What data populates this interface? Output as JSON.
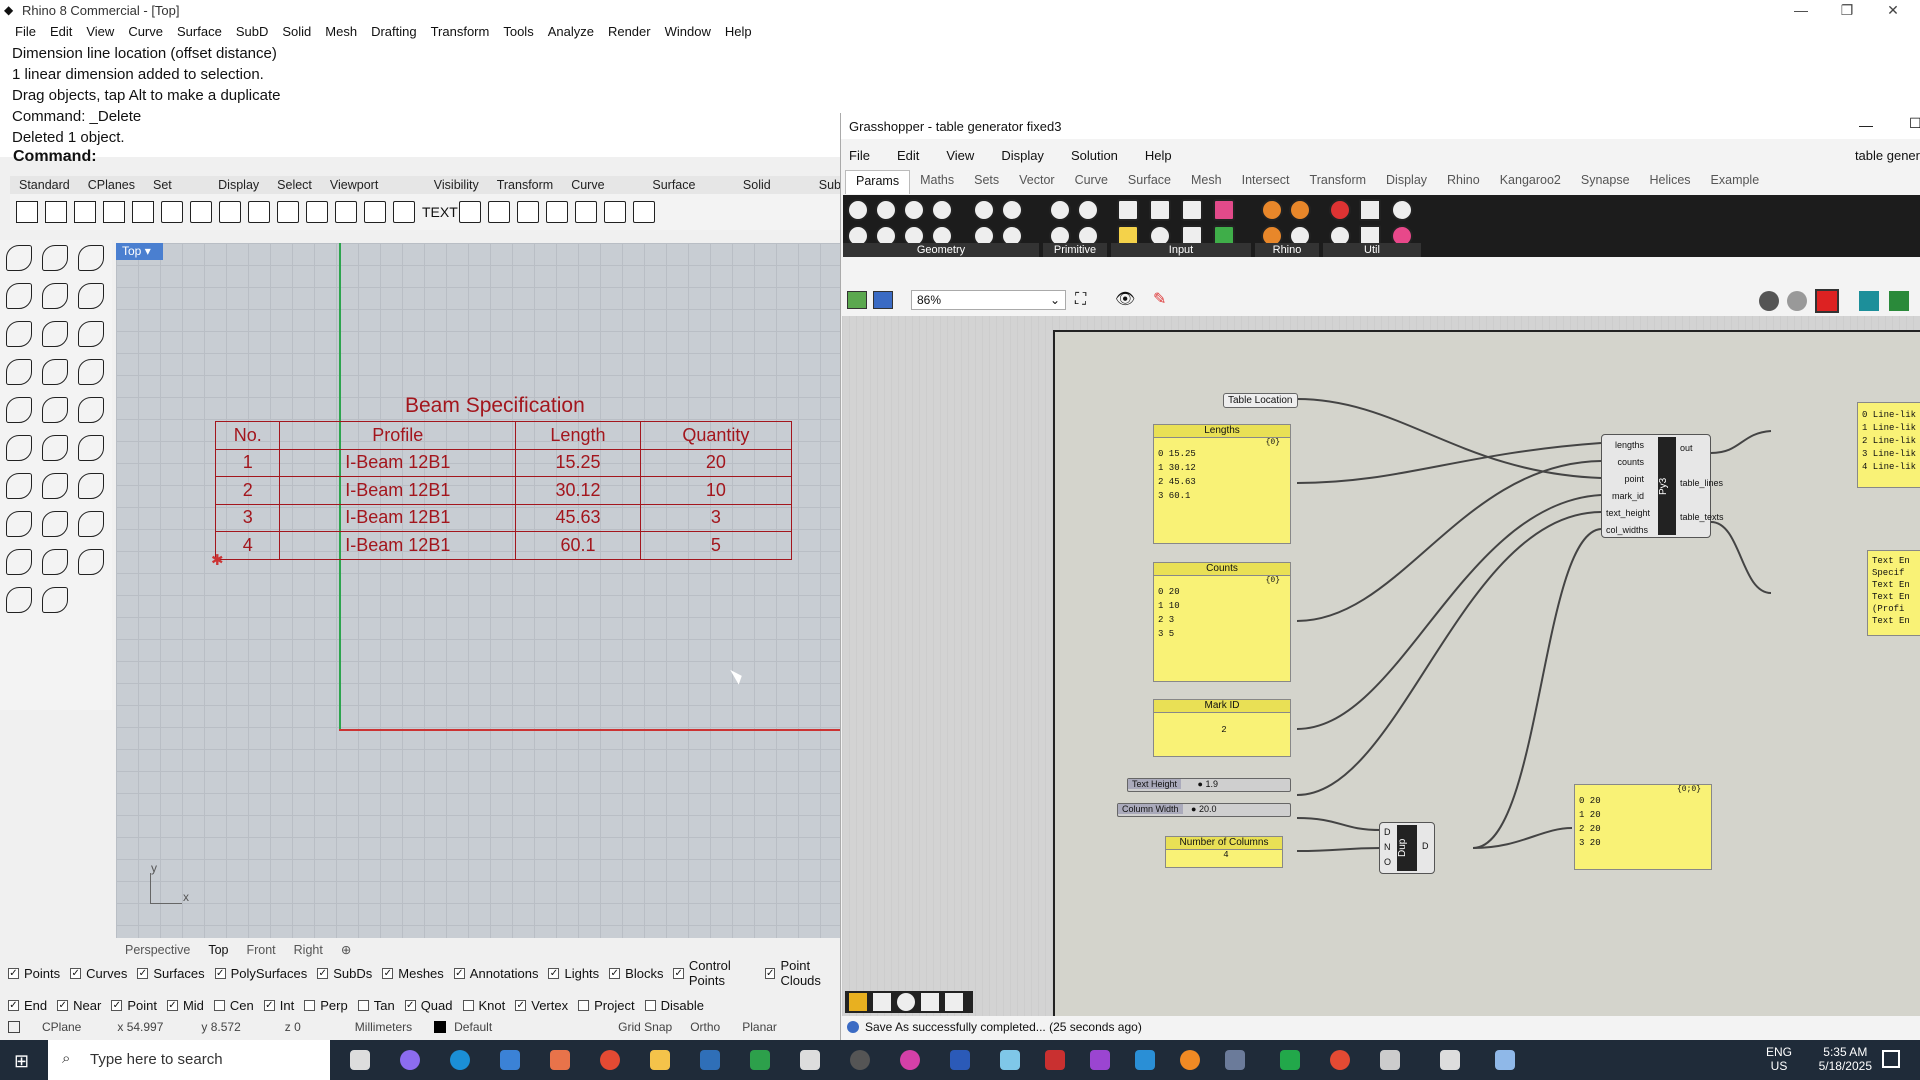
{
  "rhino": {
    "title": "Rhino 8 Commercial - [Top]",
    "menu": [
      "File",
      "Edit",
      "View",
      "Curve",
      "Surface",
      "SubD",
      "Solid",
      "Mesh",
      "Drafting",
      "Transform",
      "Tools",
      "Analyze",
      "Render",
      "Window",
      "Help"
    ],
    "history": [
      "Dimension line location (offset distance)",
      "1 linear dimension added to selection.",
      "Drag objects, tap Alt to make a duplicate",
      "Command: _Delete",
      "Deleted 1 object."
    ],
    "command_label": "Command:",
    "toolbar_tabs": [
      "Standard",
      "CPlanes",
      "Set View",
      "Display",
      "Select",
      "Viewport Layout",
      "Visibility",
      "Transform",
      "Curve Tools",
      "Surface Tools",
      "Solid Tools",
      "Sub"
    ],
    "text_tool": "TEXT",
    "viewport": {
      "name": "Top",
      "table_title": "Beam Specification",
      "headers": [
        "No.",
        "Profile",
        "Length",
        "Quantity"
      ],
      "rows": [
        [
          "1",
          "I-Beam 12B1",
          "15.25",
          "20"
        ],
        [
          "2",
          "I-Beam 12B1",
          "30.12",
          "10"
        ],
        [
          "3",
          "I-Beam 12B1",
          "45.63",
          "3"
        ],
        [
          "4",
          "I-Beam 12B1",
          "60.1",
          "5"
        ]
      ],
      "axis_y": "y",
      "axis_x": "x"
    },
    "viewport_tabs": [
      "Perspective",
      "Top",
      "Front",
      "Right"
    ],
    "filters": [
      {
        "label": "Points",
        "checked": true
      },
      {
        "label": "Curves",
        "checked": true
      },
      {
        "label": "Surfaces",
        "checked": true
      },
      {
        "label": "PolySurfaces",
        "checked": true
      },
      {
        "label": "SubDs",
        "checked": true
      },
      {
        "label": "Meshes",
        "checked": true
      },
      {
        "label": "Annotations",
        "checked": true
      },
      {
        "label": "Lights",
        "checked": true
      },
      {
        "label": "Blocks",
        "checked": true
      },
      {
        "label": "Control Points",
        "checked": true
      },
      {
        "label": "Point Clouds",
        "checked": true
      }
    ],
    "osnaps": [
      {
        "label": "End",
        "checked": true
      },
      {
        "label": "Near",
        "checked": true
      },
      {
        "label": "Point",
        "checked": true
      },
      {
        "label": "Mid",
        "checked": true
      },
      {
        "label": "Cen",
        "checked": false
      },
      {
        "label": "Int",
        "checked": true
      },
      {
        "label": "Perp",
        "checked": false
      },
      {
        "label": "Tan",
        "checked": false
      },
      {
        "label": "Quad",
        "checked": true
      },
      {
        "label": "Knot",
        "checked": false
      },
      {
        "label": "Vertex",
        "checked": true
      },
      {
        "label": "Project",
        "checked": false
      },
      {
        "label": "Disable",
        "checked": false
      }
    ],
    "status": {
      "cplane": "CPlane",
      "x": "x 54.997",
      "y": "y 8.572",
      "z": "z 0",
      "units": "Millimeters",
      "layer": "Default",
      "gridsnap": "Grid Snap",
      "ortho": "Ortho",
      "planar": "Planar"
    }
  },
  "gh": {
    "title": "Grasshopper - table generator fixed3",
    "right_label": "table gener",
    "menu": [
      "File",
      "Edit",
      "View",
      "Display",
      "Solution",
      "Help"
    ],
    "tabs": [
      "Params",
      "Maths",
      "Sets",
      "Vector",
      "Curve",
      "Surface",
      "Mesh",
      "Intersect",
      "Transform",
      "Display",
      "Rhino",
      "Kangaroo2",
      "Synapse",
      "Helices",
      "Example"
    ],
    "ribbon_groups": [
      "Geometry",
      "Primitive",
      "Input",
      "Rhino",
      "Util"
    ],
    "zoom": "86%",
    "status": "Save As successfully completed... (25 seconds ago)",
    "canvas": {
      "table_location": "Table Location",
      "lengths": {
        "title": "Lengths",
        "path": "{0}",
        "items": [
          "0 15.25",
          "1 30.12",
          "2 45.63",
          "3 60.1"
        ]
      },
      "counts": {
        "title": "Counts",
        "path": "{0}",
        "items": [
          "0 20",
          "1 10",
          "2 3",
          "3 5"
        ]
      },
      "mark_id": {
        "title": "Mark ID",
        "value": "2"
      },
      "text_height": {
        "label": "Text Height",
        "value": "1.9"
      },
      "column_width": {
        "label": "Column Width",
        "value": "20.0"
      },
      "num_cols": {
        "title": "Number of Columns",
        "value": "4"
      },
      "dup": {
        "inputs": [
          "D",
          "N",
          "O"
        ],
        "name": "Dup",
        "output": "D"
      },
      "py3": {
        "name": "Py3",
        "inputs": [
          "lengths",
          "counts",
          "point",
          "mark_id",
          "text_height",
          "col_widths"
        ],
        "outputs": [
          "out",
          "table_lines",
          "table_texts"
        ]
      },
      "dup_out": {
        "path": "{0;0}",
        "items": [
          "0 20",
          "1 20",
          "2 20",
          "3 20"
        ]
      },
      "out_panel1": [
        "0 Line-lik",
        "1 Line-lik",
        "2 Line-lik",
        "3 Line-lik",
        "4 Line-lik"
      ],
      "out_panel2": [
        "Text En",
        "Specif",
        "Text En",
        "Text En",
        "(Profi",
        "Text En"
      ]
    }
  },
  "taskbar": {
    "search": "Type here to search",
    "time": "5:35 AM",
    "date": "5/18/2025",
    "lang": "ENG",
    "region": "US"
  }
}
